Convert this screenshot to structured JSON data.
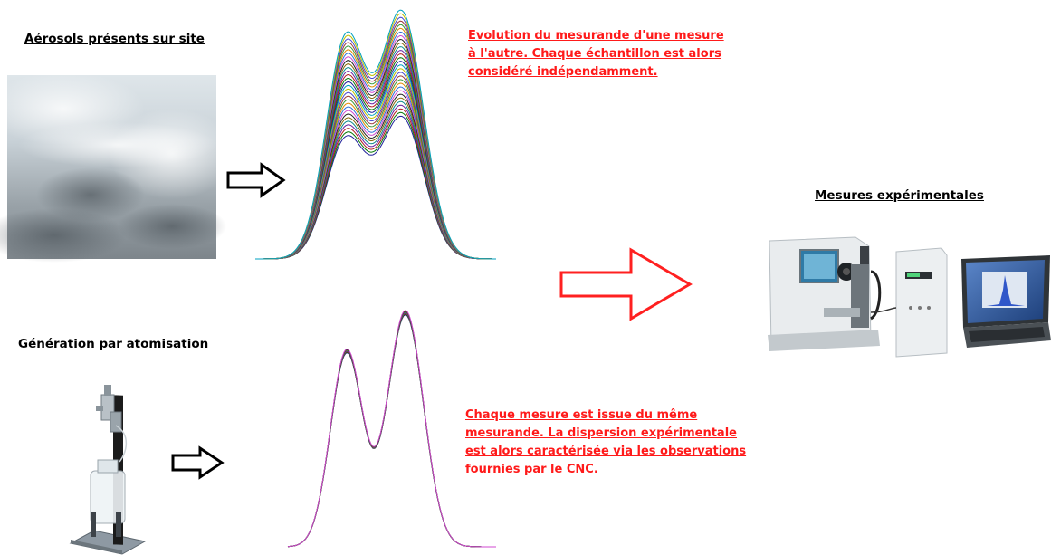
{
  "headings": {
    "aerosols_site": "Aérosols présents sur site",
    "generation": "Génération par atomisation",
    "measures": "Mesures expérimentales"
  },
  "notes": {
    "top": [
      "Evolution du mesurande d'une mesure",
      "à l'autre. Chaque échantillon est alors",
      "considéré indépendamment."
    ],
    "bottom": [
      "Chaque mesure est issue du même",
      "mesurande. La dispersion expérimentale",
      "est alors caractérisée via les observations",
      "fournies par le CNC."
    ]
  },
  "colors": {
    "note_text": "#ff1a1a",
    "big_arrow_outline": "#ff2020",
    "small_arrow_outline": "#000000"
  },
  "icons": {
    "aerosol_photo": "aerosol-fog-photo",
    "atomiser": "atomiser-device-illustration",
    "instruments": "cnc-instruments-and-laptop-illustration"
  }
}
